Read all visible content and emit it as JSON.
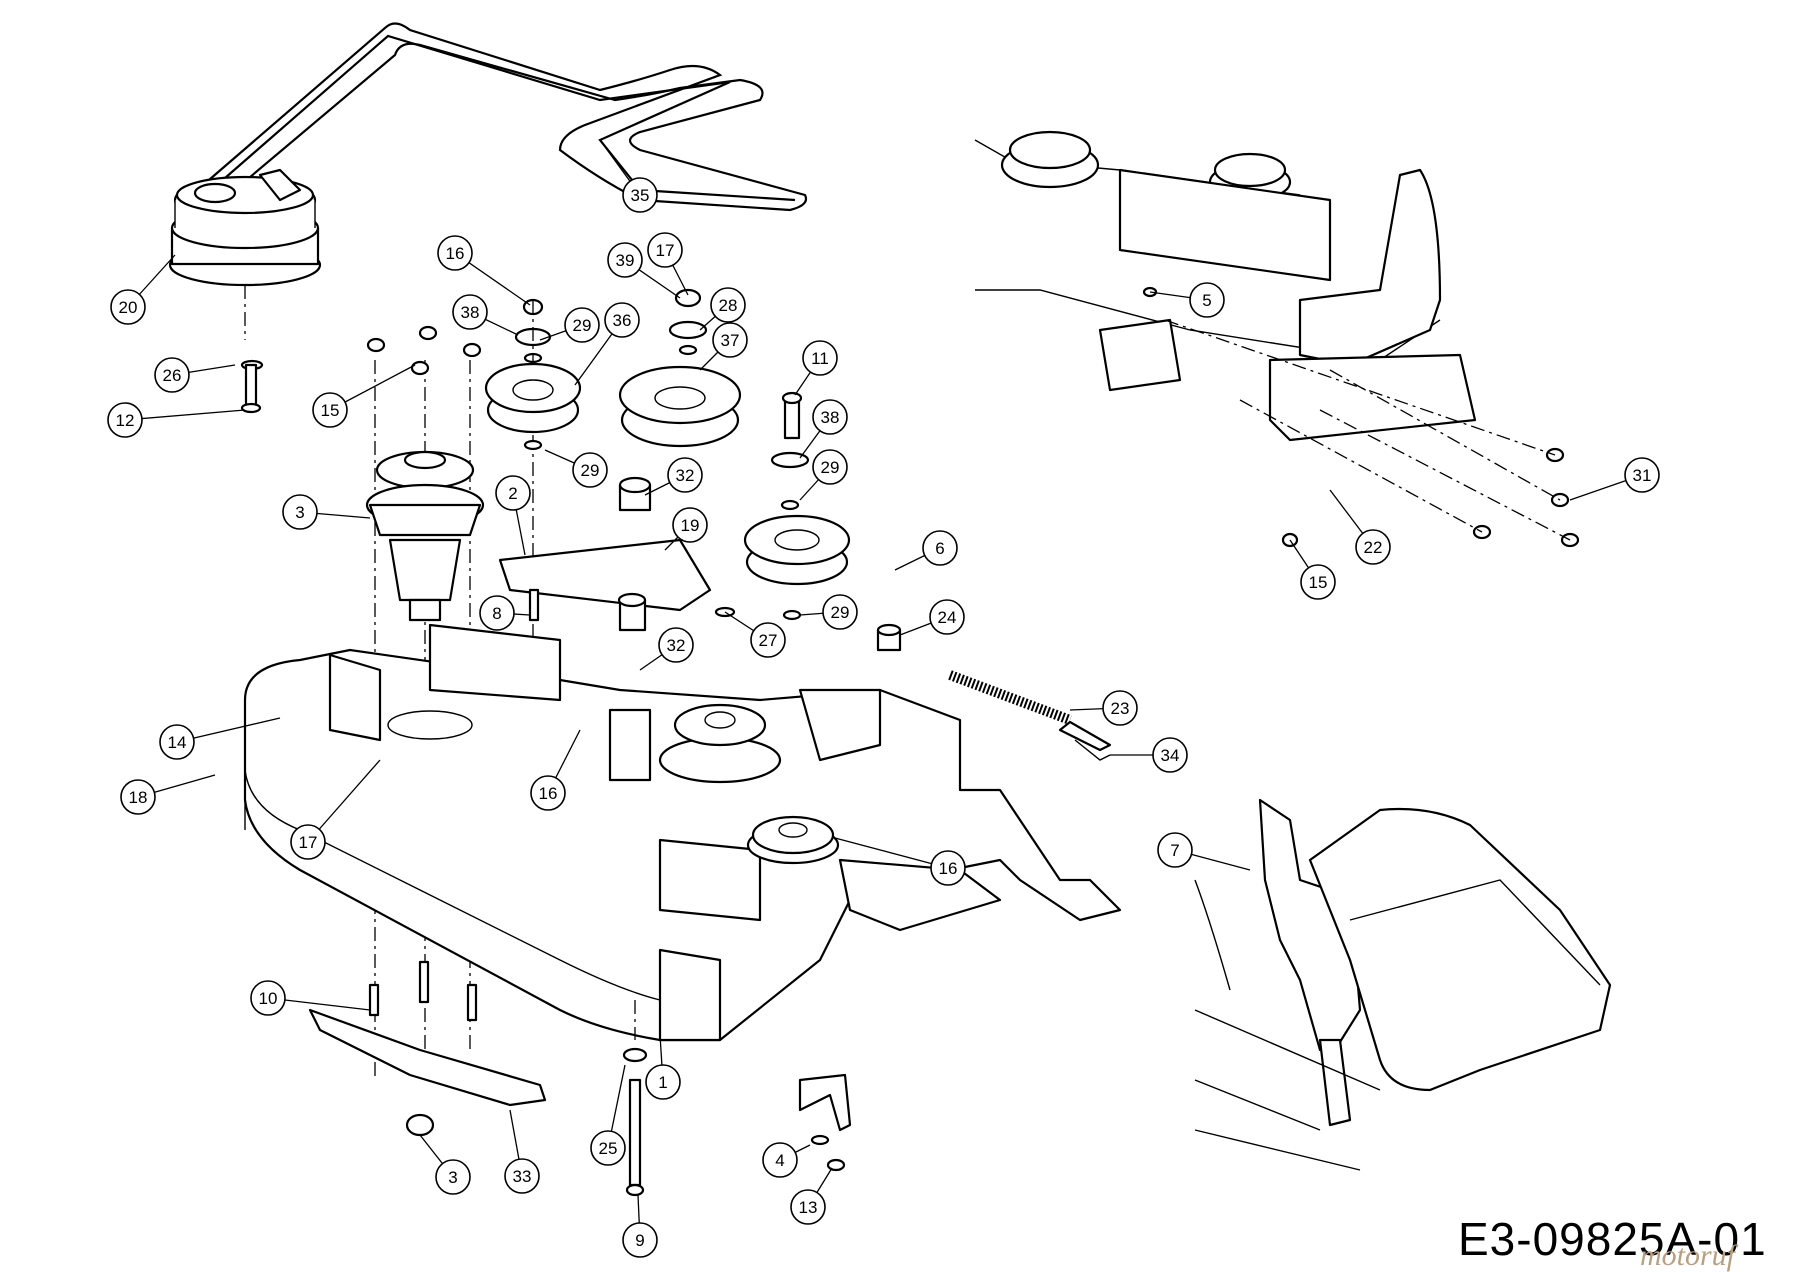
{
  "drawing_code": "E3-09825A-01",
  "watermark": "motoruf",
  "callouts": [
    {
      "n": "35"
    },
    {
      "n": "20"
    },
    {
      "n": "26"
    },
    {
      "n": "12"
    },
    {
      "n": "16"
    },
    {
      "n": "38"
    },
    {
      "n": "15"
    },
    {
      "n": "29"
    },
    {
      "n": "36"
    },
    {
      "n": "17"
    },
    {
      "n": "39"
    },
    {
      "n": "28"
    },
    {
      "n": "37"
    },
    {
      "n": "11"
    },
    {
      "n": "38"
    },
    {
      "n": "29"
    },
    {
      "n": "3"
    },
    {
      "n": "2"
    },
    {
      "n": "32"
    },
    {
      "n": "29"
    },
    {
      "n": "19"
    },
    {
      "n": "8"
    },
    {
      "n": "27"
    },
    {
      "n": "29"
    },
    {
      "n": "6"
    },
    {
      "n": "24"
    },
    {
      "n": "32"
    },
    {
      "n": "23"
    },
    {
      "n": "14"
    },
    {
      "n": "34"
    },
    {
      "n": "18"
    },
    {
      "n": "16"
    },
    {
      "n": "17"
    },
    {
      "n": "16"
    },
    {
      "n": "10"
    },
    {
      "n": "1"
    },
    {
      "n": "25"
    },
    {
      "n": "4"
    },
    {
      "n": "3"
    },
    {
      "n": "33"
    },
    {
      "n": "13"
    },
    {
      "n": "9"
    },
    {
      "n": "5"
    },
    {
      "n": "31"
    },
    {
      "n": "22"
    },
    {
      "n": "15"
    },
    {
      "n": "7"
    }
  ]
}
